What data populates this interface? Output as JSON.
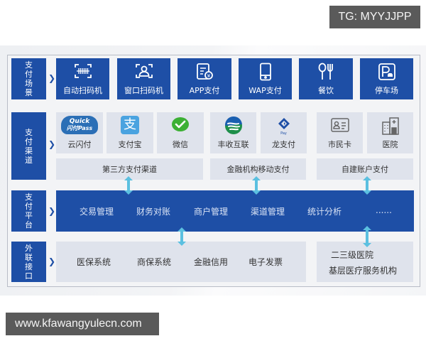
{
  "watermarks": {
    "top": "TG: MYYJJPP",
    "bottom": "www.kfawangyulecn.com"
  },
  "colors": {
    "primary": "#1e4fa6",
    "tile_light": "#dfe3ec",
    "arrow": "#5bc0e0"
  },
  "rows": {
    "scene": {
      "label": [
        "支",
        "付",
        "场",
        "景"
      ],
      "tiles": [
        {
          "label": "自动扫码机",
          "icon": "barcode-scanner-icon"
        },
        {
          "label": "窗口扫码机",
          "icon": "face-scan-icon"
        },
        {
          "label": "APP支付",
          "icon": "app-payment-icon"
        },
        {
          "label": "WAP支付",
          "icon": "mobile-phone-icon"
        },
        {
          "label": "餐饮",
          "icon": "spoon-fork-icon"
        },
        {
          "label": "停车场",
          "icon": "parking-icon"
        }
      ]
    },
    "channel": {
      "label": [
        "支",
        "付",
        "渠",
        "道"
      ],
      "tiles": [
        {
          "label": "云闪付",
          "icon": "quickpass-icon",
          "logo_text": [
            "Quick",
            "闪付Pass"
          ]
        },
        {
          "label": "支付宝",
          "icon": "alipay-icon",
          "logo_text": "支"
        },
        {
          "label": "微信",
          "icon": "wechat-pay-icon"
        },
        {
          "label": "丰收互联",
          "icon": "fengshou-icon"
        },
        {
          "label": "龙支付",
          "icon": "long-pay-icon",
          "logo_text": "Pay"
        },
        {
          "label": "市民卡",
          "icon": "id-card-icon"
        },
        {
          "label": "医院",
          "icon": "hospital-icon"
        }
      ],
      "groups": [
        "第三方支付渠道",
        "金融机构移动支付",
        "自建账户支付"
      ]
    },
    "platform": {
      "label": [
        "支",
        "付",
        "平",
        "台"
      ],
      "items": [
        "交易管理",
        "财务对账",
        "商户管理",
        "渠道管理",
        "统计分析",
        "......"
      ]
    },
    "external": {
      "label": [
        "外",
        "联",
        "接",
        "口"
      ],
      "items": [
        "医保系统",
        "商保系统",
        "金融信用",
        "电子发票"
      ],
      "hospital_items": [
        "二三级医院",
        "基层医疗服务机构"
      ]
    }
  }
}
